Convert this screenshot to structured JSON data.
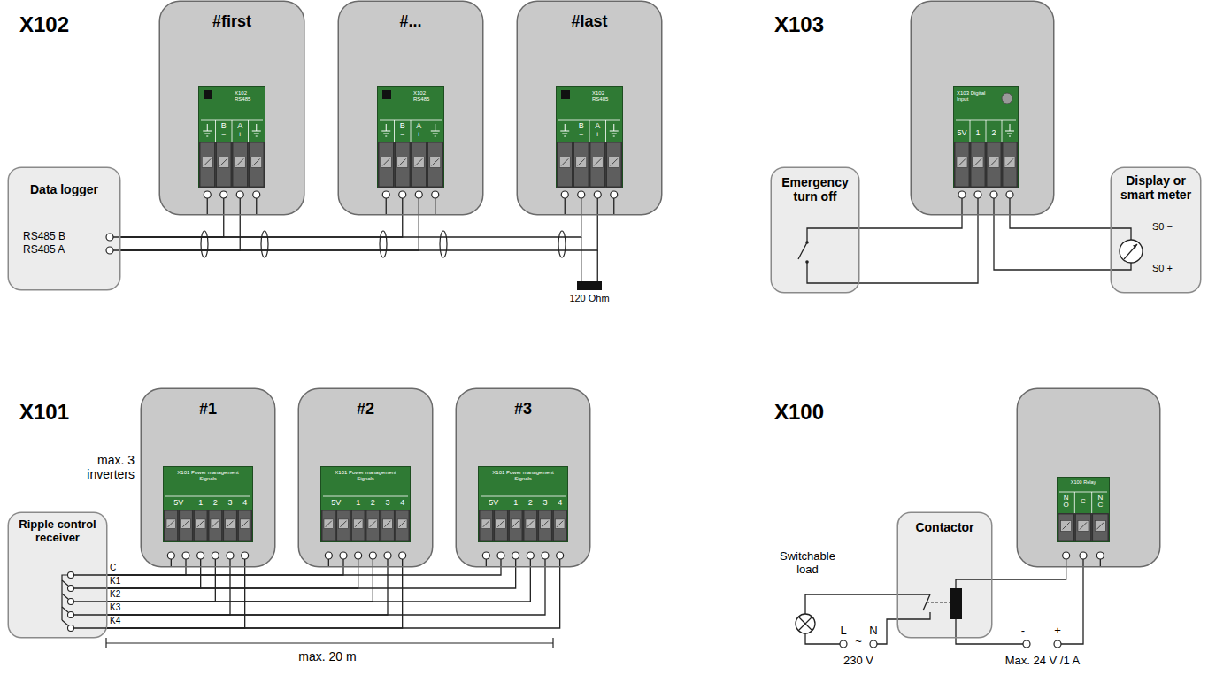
{
  "diagram": {
    "nodes": [
      {
        "text": [
          "#first"
        ]
      },
      {
        "text": [
          "X102 RS485",
          "B",
          "−",
          "A",
          "+"
        ],
        "in": 0
      },
      {
        "text": [
          "#..."
        ]
      },
      {
        "text": [
          "X102 RS485",
          "B",
          "−",
          "A",
          "+"
        ],
        "in": 2
      },
      {
        "text": [
          "#last"
        ]
      },
      {
        "text": [
          "X102 RS485",
          "B",
          "−",
          "A",
          "+"
        ],
        "in": 4
      },
      {
        "text": [
          "Data logger",
          "RS485 B",
          "RS485 A"
        ]
      },
      {
        "text": [
          "Emergency turn off"
        ]
      },
      {
        "text": []
      },
      {
        "text": [
          "X103 Digital Input",
          "5V",
          "1",
          "2"
        ],
        "in": 8
      },
      {
        "text": [
          "Display or smart meter",
          "S0 −",
          "S0 +"
        ]
      },
      {
        "text": [
          "Ripple control receiver"
        ]
      },
      {
        "text": [
          "#1"
        ]
      },
      {
        "text": [
          "X101 Power management Signals",
          "5V",
          "1",
          "2",
          "3",
          "4"
        ],
        "in": 12
      },
      {
        "text": [
          "#2"
        ]
      },
      {
        "text": [
          "X101 Power management Signals",
          "5V",
          "1",
          "2",
          "3",
          "4"
        ],
        "in": 14
      },
      {
        "text": [
          "#3"
        ]
      },
      {
        "text": [
          "X101 Power management Signals",
          "5V",
          "1",
          "2",
          "3",
          "4"
        ],
        "in": 16
      },
      {
        "text": [
          "Contactor"
        ]
      },
      {
        "text": []
      },
      {
        "text": [
          "X100 Relay",
          "NO",
          "C",
          "NC"
        ],
        "in": 19
      }
    ],
    "edges": [
      {
        "from": 6,
        "to": 0,
        "arrow": "none"
      },
      {
        "from": 6,
        "to": 2,
        "arrow": "none"
      },
      {
        "from": 6,
        "to": 4,
        "arrow": "none"
      },
      {
        "from": 7,
        "to": 8,
        "arrow": "none"
      },
      {
        "from": 8,
        "to": 10,
        "arrow": "none"
      },
      {
        "from": 11,
        "to": 12,
        "arrow": "none"
      },
      {
        "from": 11,
        "to": 14,
        "arrow": "none"
      },
      {
        "from": 11,
        "to": 16,
        "arrow": "none"
      },
      {
        "from": 18,
        "to": 19,
        "arrow": "none"
      }
    ],
    "labels": [
      "X102",
      "120 Ohm",
      "X103",
      "X101",
      "max. 3 inverters",
      "C",
      "K1",
      "K2",
      "K3",
      "K4",
      "max. 20 m",
      "X100",
      "Switchable load",
      "L",
      "N",
      "~",
      "230 V",
      "-",
      "+",
      "Max. 24 V /1 A"
    ]
  }
}
